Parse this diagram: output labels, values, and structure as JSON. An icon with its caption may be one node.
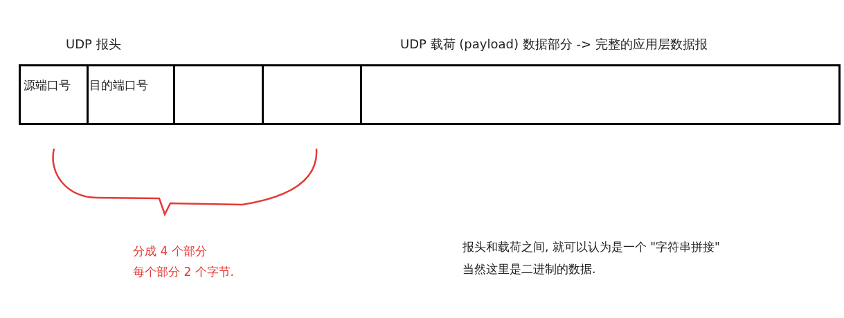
{
  "diagram": {
    "nodes": [
      {
        "text": [
          "源端口号"
        ]
      },
      {
        "text": [
          "目的端口号"
        ]
      },
      {
        "text": [],
        "shape": "box"
      },
      {
        "text": [],
        "shape": "box"
      },
      {
        "text": [],
        "shape": "box"
      }
    ],
    "edges": [],
    "labels": [
      "UDP 报头",
      "UDP 载荷 (payload) 数据部分 -> 完整的应用层数据报",
      "分成 4 个部分",
      "每个部分 2 个字节.",
      "报头和载荷之间, 就可以认为是一个 \"字符串拼接\"",
      "当然这里是二进制的数据."
    ]
  }
}
